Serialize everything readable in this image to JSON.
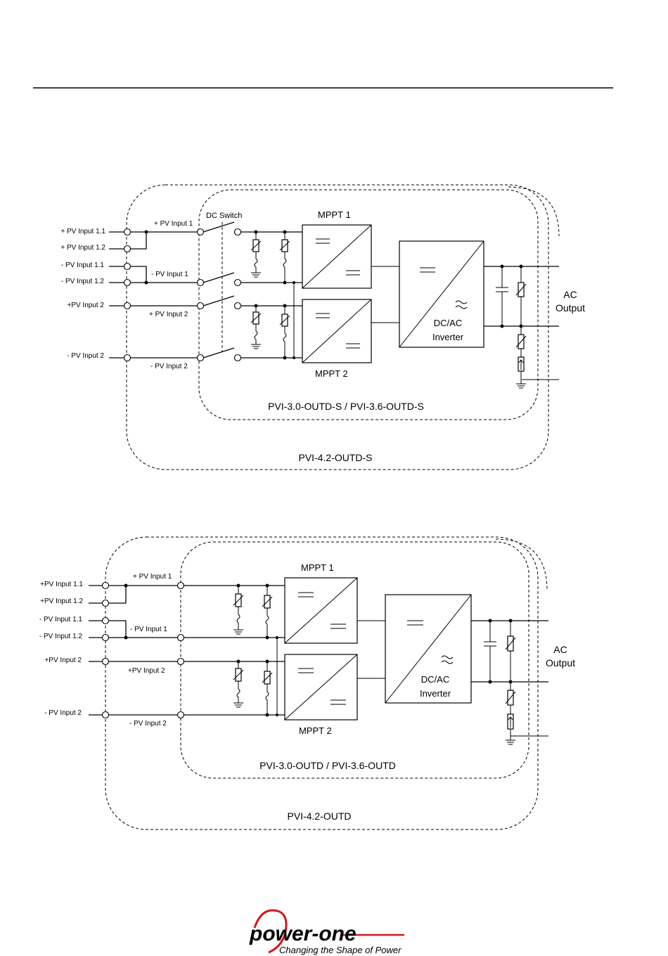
{
  "diagram1": {
    "inputs": [
      {
        "label": "+ PV Input 1.1"
      },
      {
        "label": "+ PV Input 1.2"
      },
      {
        "label": "- PV Input 1.1"
      },
      {
        "label": "- PV Input 1.2"
      },
      {
        "label": "+PV Input 2"
      },
      {
        "label": "- PV Input 2"
      }
    ],
    "inner_labels": [
      "+ PV Input 1",
      "- PV Input 1",
      "+ PV Input 2",
      "- PV Input 2"
    ],
    "dc_switch": "DC Switch",
    "mppt1": "MPPT 1",
    "mppt2": "MPPT 2",
    "inverter_line1": "DC/AC",
    "inverter_line2": "Inverter",
    "ac_output_line1": "AC",
    "ac_output_line2": "Output",
    "inner_model": "PVI-3.0-OUTD-S / PVI-3.6-OUTD-S",
    "outer_model": "PVI-4.2-OUTD-S"
  },
  "diagram2": {
    "inputs": [
      {
        "label": "+PV Input 1.1"
      },
      {
        "label": "+PV Input 1.2"
      },
      {
        "label": "- PV Input 1.1"
      },
      {
        "label": "- PV Input 1.2"
      },
      {
        "label": "+PV Input 2"
      },
      {
        "label": "- PV Input 2"
      }
    ],
    "inner_labels": [
      "+ PV Input 1",
      "- PV Input 1",
      "+PV Input 2",
      "- PV Input 2"
    ],
    "mppt1": "MPPT 1",
    "mppt2": "MPPT 2",
    "inverter_line1": "DC/AC",
    "inverter_line2": "Inverter",
    "ac_output_line1": "AC",
    "ac_output_line2": "Output",
    "inner_model": "PVI-3.0-OUTD / PVI-3.6-OUTD",
    "outer_model": "PVI-4.2-OUTD"
  },
  "footer": {
    "logo_text": "power-one",
    "tagline": "Changing the Shape of Power"
  }
}
